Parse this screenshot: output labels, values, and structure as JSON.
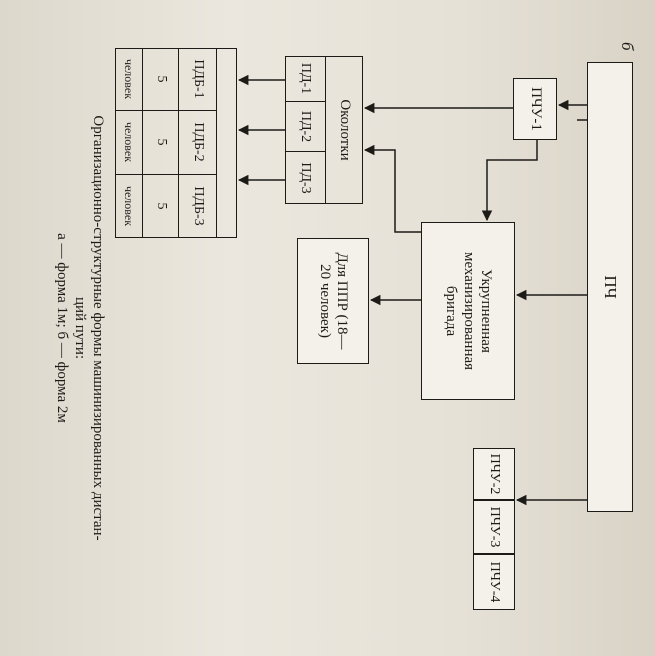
{
  "panel_label": "б",
  "pch": "ПЧ",
  "pchu1": "ПЧУ-1",
  "pchu2": "ПЧУ-2",
  "pchu3": "ПЧУ-3",
  "pchu4": "ПЧУ-4",
  "brigade": "Укрупненная механизированная бригада",
  "ppr": "Для ППР (18—20 человек)",
  "okolotki": "Околотки",
  "pd": [
    "ПД-1",
    "ПД-2",
    "ПД-3"
  ],
  "pdb": [
    "ПДБ-1",
    "ПДБ-2",
    "ПДБ-3"
  ],
  "counts": [
    "5",
    "5",
    "5"
  ],
  "person": "человек",
  "caption_line1": "Организационно-структурные формы машинизированных дистан-",
  "caption_line2": "ций пути:",
  "caption_line3": "а — форма 1м; б — форма 2м"
}
